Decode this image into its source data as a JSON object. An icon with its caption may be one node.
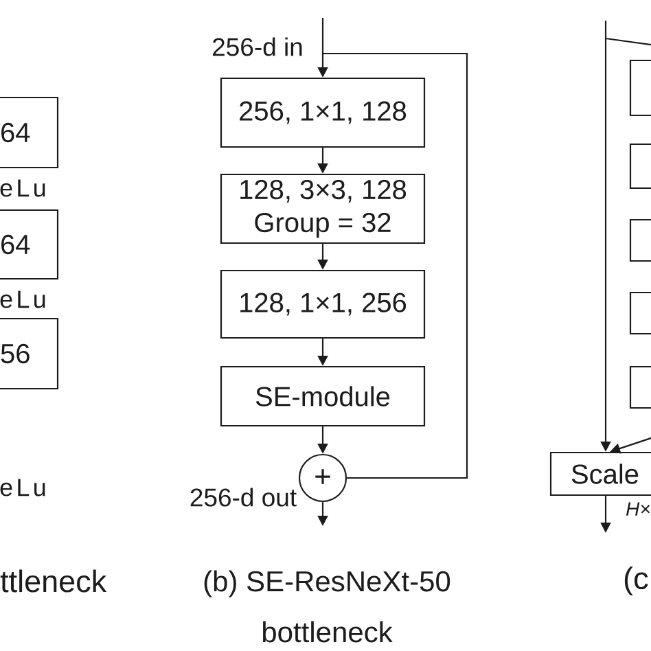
{
  "diagram": {
    "nodes": [
      {
        "text": [
          "64"
        ]
      },
      {
        "text": [
          "64"
        ]
      },
      {
        "text": [
          "56"
        ]
      },
      {
        "text": [
          "256, 1×1, 128"
        ]
      },
      {
        "text": [
          "128, 3×3, 128",
          "Group = 32"
        ]
      },
      {
        "text": [
          "128, 1×1, 256"
        ]
      },
      {
        "text": [
          "SE-module"
        ]
      },
      {
        "text": [
          "+"
        ]
      },
      {
        "text": [],
        "shape": "box"
      },
      {
        "text": [],
        "shape": "box"
      },
      {
        "text": [],
        "shape": "box"
      },
      {
        "text": [],
        "shape": "box"
      },
      {
        "text": [],
        "shape": "box"
      },
      {
        "text": [
          "Scale"
        ]
      }
    ],
    "edges": [
      {
        "from": null,
        "to": 3,
        "arrow": "to",
        "label": "256-d in"
      },
      {
        "from": 3,
        "to": 4,
        "arrow": "to"
      },
      {
        "from": 4,
        "to": 5,
        "arrow": "to"
      },
      {
        "from": 5,
        "to": 6,
        "arrow": "to"
      },
      {
        "from": 6,
        "to": 7,
        "arrow": "to"
      },
      {
        "from": null,
        "to": 7,
        "arrow": "none"
      },
      {
        "from": 7,
        "to": null,
        "arrow": "to",
        "label": "256-d out"
      },
      {
        "from": null,
        "to": 13,
        "arrow": "to"
      },
      {
        "from": null,
        "to": 13,
        "arrow": "to"
      },
      {
        "from": 13,
        "to": null,
        "arrow": "to",
        "label": "H×"
      }
    ],
    "labels": [
      "eLu",
      "eLu",
      "eLu",
      "ttleneck",
      "(b) SE-ResNeXt-50 bottleneck",
      "(c"
    ]
  }
}
